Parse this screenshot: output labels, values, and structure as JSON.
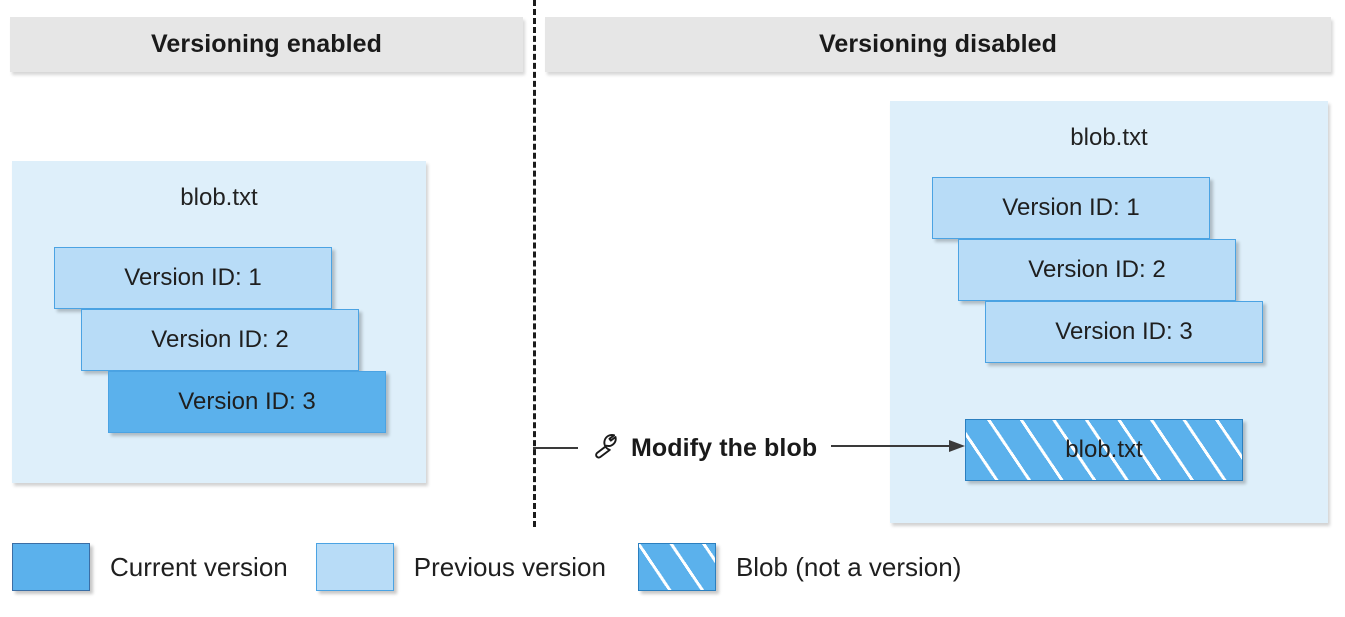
{
  "headers": {
    "left": "Versioning enabled",
    "right": "Versioning disabled"
  },
  "panels": {
    "left": {
      "container_title": "blob.txt",
      "versions": [
        {
          "label": "Version ID: 1",
          "state": "previous"
        },
        {
          "label": "Version ID: 2",
          "state": "previous"
        },
        {
          "label": "Version ID: 3",
          "state": "current"
        }
      ]
    },
    "right": {
      "container_title": "blob.txt",
      "versions": [
        {
          "label": "Version ID: 1",
          "state": "previous"
        },
        {
          "label": "Version ID: 2",
          "state": "previous"
        },
        {
          "label": "Version ID: 3",
          "state": "previous"
        }
      ],
      "blob_box": {
        "label": "blob.txt",
        "state": "not-a-version"
      }
    }
  },
  "annotation": {
    "icon": "wrench-icon",
    "label": "Modify the blob"
  },
  "legend": [
    {
      "label": "Current version",
      "swatch": "current"
    },
    {
      "label": "Previous version",
      "swatch": "previous"
    },
    {
      "label": "Blob (not a version)",
      "swatch": "hatched"
    }
  ],
  "colors": {
    "current_version": "#5BB1EC",
    "previous_version": "#B8DCF7",
    "container_background": "#DEEFFA",
    "header_background": "#E6E6E6",
    "box_border": "#4BA3E3",
    "divider": "#1B1B1B",
    "text": "#1F1F1F"
  }
}
